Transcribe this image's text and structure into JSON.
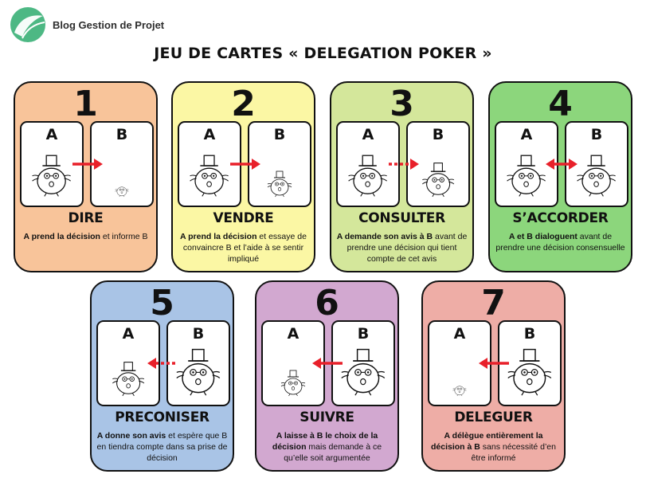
{
  "header": {
    "brand": "Blog Gestion de Projet",
    "title": "JEU DE CARTES « DELEGATION POKER »"
  },
  "labels": {
    "a": "A",
    "b": "B"
  },
  "colors": {
    "arrow": "#e8202a",
    "logo": "#4db884"
  },
  "cards": [
    {
      "number": "1",
      "title": "DIRE",
      "color": "#f8c49a",
      "desc_bold": "A prend la décision",
      "desc_rest": " et informe B",
      "arrow": "right",
      "dashed": false,
      "a_size": "normal",
      "b_size": "tiny",
      "a_hat": true,
      "b_hat": false
    },
    {
      "number": "2",
      "title": "VENDRE",
      "color": "#fbf7a4",
      "desc_bold": "A prend la décision",
      "desc_rest": " et essaye de convaincre B et l’aide à se sentir impliqué",
      "arrow": "right",
      "dashed": false,
      "a_size": "normal",
      "b_size": "small",
      "a_hat": true,
      "b_hat": true
    },
    {
      "number": "3",
      "title": "CONSULTER",
      "color": "#d4e79b",
      "desc_bold": "A demande son avis à B",
      "desc_rest": " avant de prendre une décision qui tient compte de cet avis",
      "arrow": "right",
      "dashed": true,
      "a_size": "normal",
      "b_size": "medium",
      "a_hat": true,
      "b_hat": true
    },
    {
      "number": "4",
      "title": "S’ACCORDER",
      "color": "#8cd67c",
      "desc_bold": "A et B dialoguent",
      "desc_rest": " avant de prendre une décision consensuelle",
      "arrow": "both",
      "dashed": false,
      "a_size": "normal",
      "b_size": "normal",
      "a_hat": true,
      "b_hat": true
    },
    {
      "number": "5",
      "title": "PRECONISER",
      "color": "#a9c4e6",
      "desc_bold": "A donne son avis",
      "desc_rest": " et espère que B en tiendra compte dans sa prise de décision",
      "arrow": "left",
      "dashed": true,
      "a_size": "medium",
      "b_size": "big",
      "a_hat": true,
      "b_hat": true
    },
    {
      "number": "6",
      "title": "SUIVRE",
      "color": "#d2a8d0",
      "desc_bold": "A laisse à B le choix de la décision",
      "desc_rest": " mais demande à ce qu’elle soit argumentée",
      "arrow": "left",
      "dashed": false,
      "a_size": "small",
      "b_size": "big",
      "a_hat": true,
      "b_hat": true
    },
    {
      "number": "7",
      "title": "DELEGUER",
      "color": "#eeada6",
      "desc_bold": "A délègue entièrement la décision à B",
      "desc_rest": " sans nécessité d’en être informé",
      "arrow": "left",
      "dashed": false,
      "a_size": "tiny",
      "b_size": "big",
      "a_hat": false,
      "b_hat": true
    }
  ]
}
